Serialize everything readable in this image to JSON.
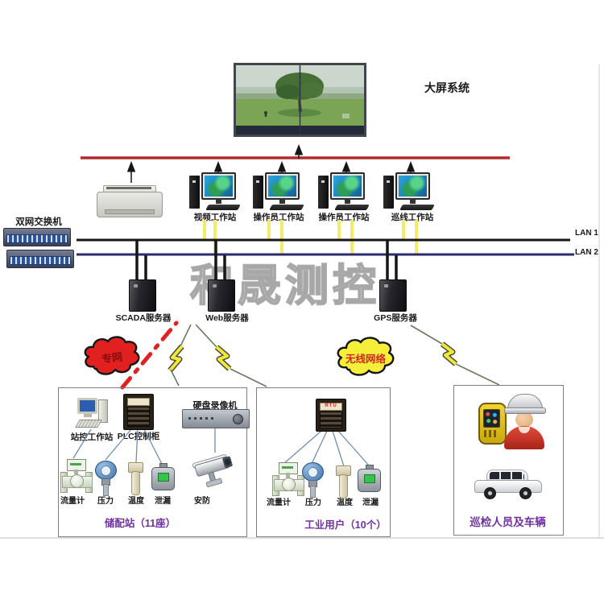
{
  "colors": {
    "red_line": "#b32c2c",
    "lan1_line": "#161616",
    "lan2_line": "#2b2b6e",
    "yellow_cable": "#f3ec66",
    "lightning": "#efe83c",
    "purple_caption": "#7030a0",
    "cloud_red": "#e32020",
    "cloud_yellow": "#f5ef3a",
    "watermark_gray": "#8a8a8a"
  },
  "display_wall": {
    "label": "大屏系统"
  },
  "switches": {
    "label": "双网交换机"
  },
  "lans": {
    "lan1": "LAN 1",
    "lan2": "LAN 2"
  },
  "workstations": [
    {
      "label": "视频工作站"
    },
    {
      "label": "操作员工作站"
    },
    {
      "label": "操作员工作站"
    },
    {
      "label": "巡线工作站"
    }
  ],
  "servers": [
    {
      "label": "SCADA服务器"
    },
    {
      "label": "Web服务器"
    },
    {
      "label": "GPS服务器"
    }
  ],
  "watermark": {
    "text": "和晟测控"
  },
  "clouds": {
    "private_network": "专网",
    "wireless_network": "无线网络"
  },
  "storage_station": {
    "workstation_label": "站控工作站",
    "plc_label": "PLC控制柜",
    "dvr_label": "硬盘录像机",
    "sensors": [
      {
        "label": "流量计"
      },
      {
        "label": "压力"
      },
      {
        "label": "温度"
      },
      {
        "label": "泄漏"
      }
    ],
    "camera_label": "安防",
    "caption": "储配站（11座）"
  },
  "industrial_users": {
    "rtu_label": "RTU",
    "sensors": [
      {
        "label": "流量计"
      },
      {
        "label": "压力"
      },
      {
        "label": "温度"
      },
      {
        "label": "泄漏"
      }
    ],
    "caption": "工业用户（10个）"
  },
  "patrol": {
    "caption": "巡检人员及车辆"
  }
}
